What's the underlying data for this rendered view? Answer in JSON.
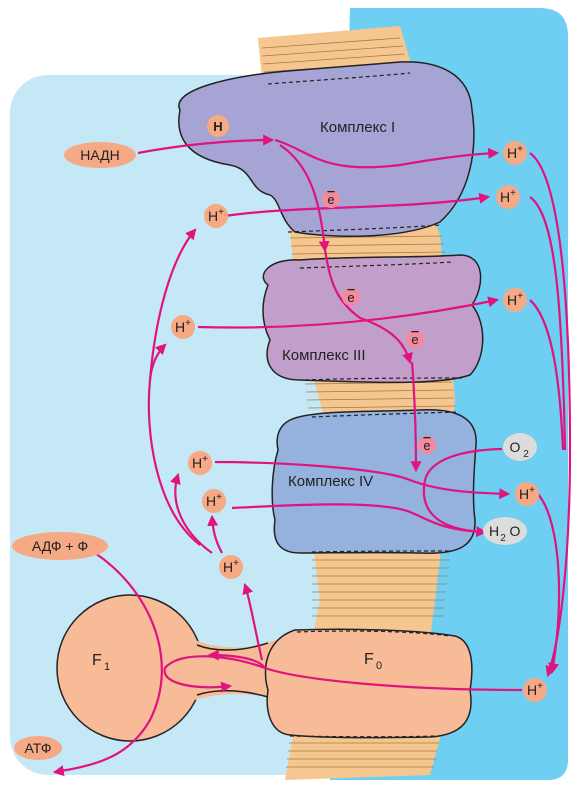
{
  "complexes": {
    "c1": "Комплекс I",
    "c3": "Комплекс III",
    "c4": "Комплекс IV"
  },
  "synthase": {
    "f1": "F",
    "f1_sub": "1",
    "f0": "F",
    "f0_sub": "0"
  },
  "molecules": {
    "nadh": "НАДН",
    "adp": "АДФ + Ф",
    "atp": "АТФ",
    "h_atom": "Н",
    "proton": "Н",
    "proton_charge": "+",
    "electron": "e",
    "o2": "O",
    "o2_sub": "2",
    "h2o_h": "H",
    "h2o_sub": "2",
    "h2o_o": "O"
  },
  "colors": {
    "matrix": "#c5e8f6",
    "intermembrane": "#6ecff3",
    "membrane": "#f6c690",
    "complex1": "#a6a4d4",
    "complex3": "#c29fcb",
    "complex4": "#94b2dd",
    "synthase": "#f7bb97",
    "arrow": "#e0137f",
    "bubble": "#f6a985",
    "electron_bubble": "#f28aa0",
    "gray_bubble": "#dcdcdc"
  }
}
